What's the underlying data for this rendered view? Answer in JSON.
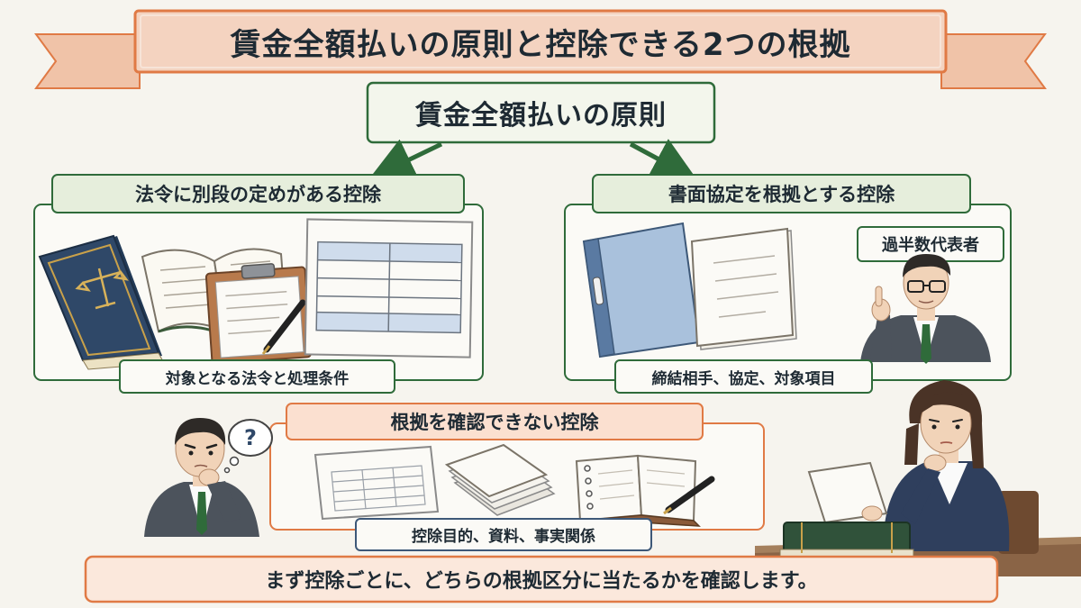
{
  "title": "賃金全額払いの原則と控除できる2つの根拠",
  "root": "賃金全額払いの原則",
  "left_branch": {
    "heading": "法令に別段の定めがある控除",
    "caption": "対象となる法令と処理条件"
  },
  "right_branch": {
    "heading": "書面協定を根拠とする控除",
    "badge": "過半数代表者",
    "caption": "締結相手、協定、対象項目"
  },
  "middle_branch": {
    "heading": "根拠を確認できない控除",
    "caption": "控除目的、資料、事実関係",
    "question_mark": "?"
  },
  "bottom_note": "まず控除ごとに、どちらの根拠区分に当たるかを確認します。",
  "colors": {
    "background": "#f6f4ee",
    "ribbon": "#f4d3c0",
    "ribbon_edge": "#e07a45",
    "green_label": "#e6eedc",
    "green_edge": "#2f6b3a",
    "orange_label": "#fbe0d0",
    "book_blue": "#2f4868",
    "folder_blue": "#a9c1dc",
    "suit": "#4c535c"
  }
}
